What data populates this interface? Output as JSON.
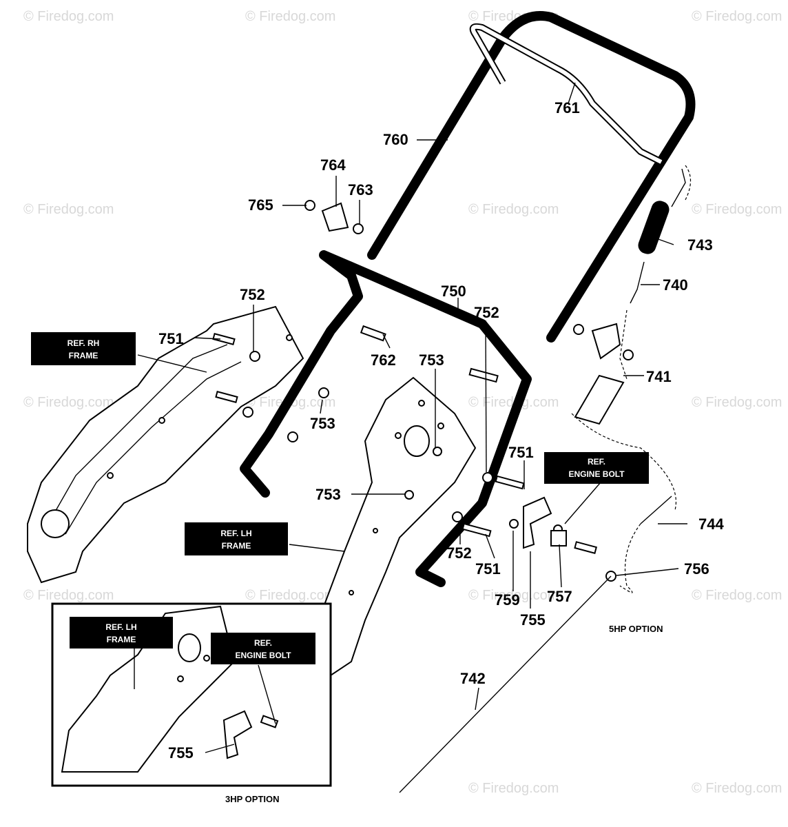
{
  "watermark": "© Firedog.com",
  "callouts": {
    "c740": "740",
    "c741": "741",
    "c742": "742",
    "c743": "743",
    "c744": "744",
    "c750": "750",
    "c751a": "751",
    "c751b": "751",
    "c751c": "751",
    "c752a": "752",
    "c752b": "752",
    "c752c": "752",
    "c753a": "753",
    "c753b": "753",
    "c753c": "753",
    "c755a": "755",
    "c755b": "755",
    "c756": "756",
    "c757": "757",
    "c759": "759",
    "c760": "760",
    "c761": "761",
    "c762": "762",
    "c763": "763",
    "c764": "764",
    "c765": "765"
  },
  "refs": {
    "rh_frame": [
      "REF. RH",
      "FRAME"
    ],
    "lh_frame": [
      "REF. LH",
      "FRAME"
    ],
    "engine_bolt": [
      "REF.",
      "ENGINE BOLT"
    ],
    "inset_lh_frame": [
      "REF. LH",
      "FRAME"
    ],
    "inset_engine_bolt": [
      "REF.",
      "ENGINE BOLT"
    ]
  },
  "options": {
    "five_hp": "5HP OPTION",
    "three_hp": "3HP OPTION"
  }
}
